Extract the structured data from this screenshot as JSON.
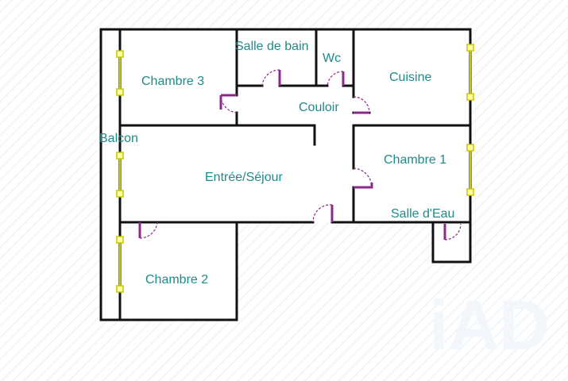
{
  "plan": {
    "colors": {
      "background": "#ffffff",
      "wall": "#111111",
      "door": "#8a2a8a",
      "window": "#ffffa0",
      "label": "#1f8a8a",
      "hatch": "#eef3f9"
    },
    "rooms": {
      "chambre3": "Chambre 3",
      "salle_de_bain": "Salle de bain",
      "wc": "Wc",
      "cuisine": "Cuisine",
      "couloir": "Couloir",
      "balcon": "Balcon",
      "sejour": "Entrée/Séjour",
      "chambre1": "Chambre 1",
      "salle_eau": "Salle d'Eau",
      "chambre2": "Chambre 2"
    },
    "watermark": "IAD"
  }
}
